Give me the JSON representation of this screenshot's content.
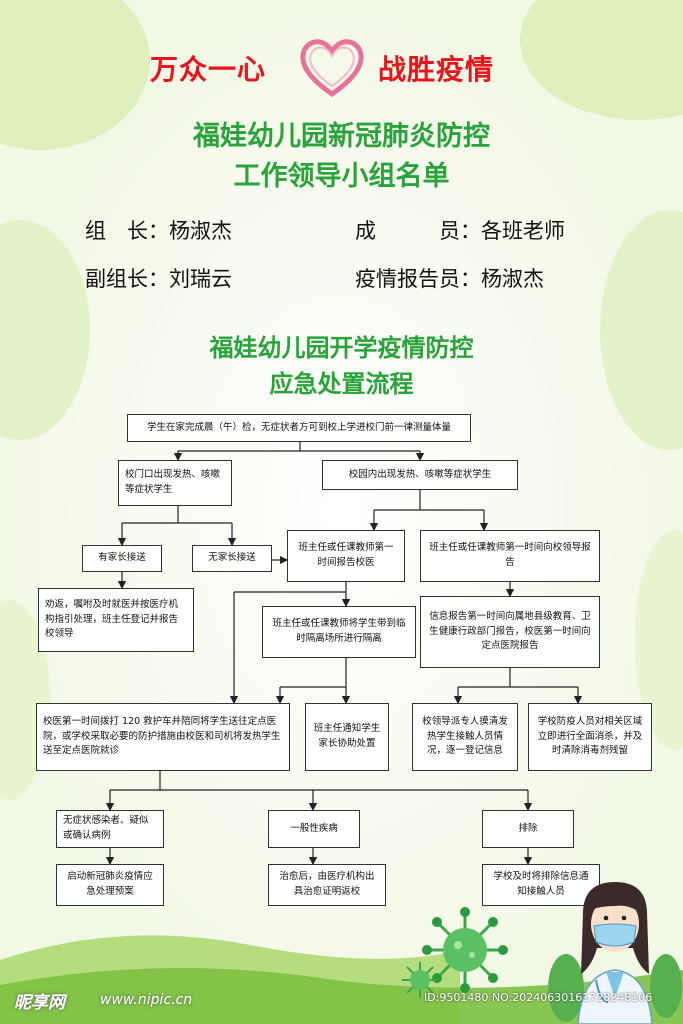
{
  "header": {
    "slogan_left": "万众一心",
    "slogan_right": "战胜疫情",
    "title_line1": "福娃幼儿园新冠肺炎防控",
    "title_line2": "工作领导小组名单"
  },
  "members": {
    "leader_label": "组　长：",
    "leader_name": "杨淑杰",
    "member_label": "成　　　员：",
    "member_name": "各班老师",
    "deputy_label": "副组长：",
    "deputy_name": "刘瑞云",
    "reporter_label": "疫情报告员：",
    "reporter_name": "杨淑杰"
  },
  "flow_title": {
    "line1": "福娃幼儿园开学疫情防控",
    "line2": "应急处置流程"
  },
  "flow": {
    "start": "学生在家完成晨（午）检，无症状者方可到校上学进校门前一律测量体量",
    "gate_symptom": "校门口出现发热、咳嗽等症状学生",
    "campus_symptom": "校园内出现发热、咳嗽等症状学生",
    "with_parent": "有家长接送",
    "no_parent": "无家长接送",
    "report_doctor": "班主任或任课教师第一时间报告校医",
    "report_leader": "班主任或任课教师第一时间向校领导报告",
    "advise_home": "劝返，嘱咐及时就医并按医疗机构指引处理，班主任登记并报告校领导",
    "isolate": "班主任或任课教师将学生带到临时隔离场所进行隔离",
    "report_info": "信息报告第一时间向属地县级教育、卫生健康行政部门报告，校医第一时间向定点医院报告",
    "call_120": "校医第一时间拨打 120 救护车并陪同将学生送往定点医院，或学校采取必要的防护措施由校医和司机将发热学生送至定点医院就诊",
    "notify_parent": "班主任通知学生家长协助处置",
    "contact_trace": "校领导派专人摸清发热学生接触人员情况，逐一登记信息",
    "disinfect": "学校防疫人员对相关区域立即进行全面消杀，并及时清除消毒剂残留",
    "case_confirmed": "无症状感染者、疑似或确认病例",
    "case_general": "一般性疾病",
    "case_excluded": "排除",
    "plan_start": "启动新冠肺炎疫情应急处理预案",
    "cure_return": "治愈后，由医疗机构出具治愈证明返校",
    "notify_contacts": "学校及时将排除信息通知接触人员"
  },
  "watermark": {
    "logo": "昵享网",
    "site": "www.nipic.cn",
    "id_line": "ID:9501480 NO:20240630161728248106"
  },
  "colors": {
    "slogan_red": "#e8141b",
    "title_green": "#2aa33a",
    "heart_pink": "#e8739a"
  }
}
